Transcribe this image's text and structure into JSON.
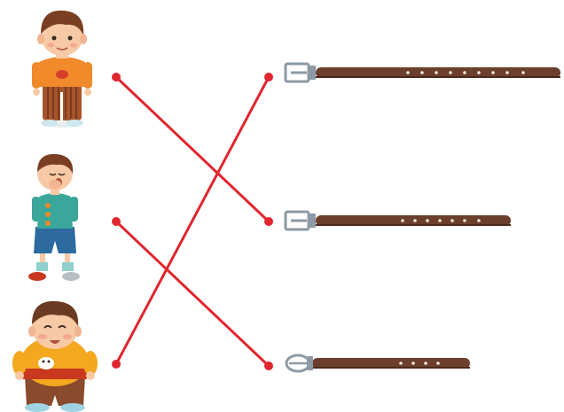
{
  "figures": [
    {
      "id": "boy-tall",
      "icon": "boy-orange-shirt-striped-pants-icon"
    },
    {
      "id": "boy-thin",
      "icon": "boy-teal-shirt-blue-shorts-icon"
    },
    {
      "id": "boy-fat",
      "icon": "boy-yellow-shirt-brown-pants-icon"
    }
  ],
  "belts": [
    {
      "id": "belt-long",
      "icon": "long-belt-icon",
      "holes": 9
    },
    {
      "id": "belt-medium",
      "icon": "medium-belt-icon",
      "holes": 7
    },
    {
      "id": "belt-short",
      "icon": "short-belt-icon",
      "holes": 4
    }
  ],
  "connections": [
    {
      "from": "boy-tall",
      "to": "belt-medium"
    },
    {
      "from": "boy-thin",
      "to": "belt-short"
    },
    {
      "from": "boy-fat",
      "to": "belt-long"
    }
  ],
  "colors": {
    "line": "#e0262e",
    "belt": "#6b3f2c",
    "belt_dark": "#4a2a1d",
    "buckle": "#8d9aa6",
    "skin": "#f7c9a4",
    "hair": "#7a3e22"
  }
}
